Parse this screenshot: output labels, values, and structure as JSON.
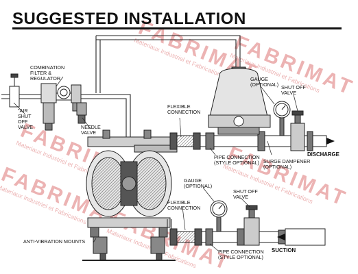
{
  "title": "SUGGESTED INSTALLATION",
  "labels": {
    "combination_filter_regulator": "COMBINATION\nFILTER &\nREGULATOR",
    "air_shut_off_valve": "\"AIR\nSHUT\nOFF\nVALVE",
    "needle_valve": "NEEDLE\nVALVE",
    "flexible_connection_top": "FLEXIBLE\nCONNECTION",
    "gauge_optional_top": "GAUGE\n(OPTIONAL)",
    "shut_off_valve_top": "SHUT OFF\nVALVE",
    "pipe_connection_top": "PIPE CONNECTION\n(STYLE OPTIONAL)",
    "surge_dampener": "SURGE DAMPENER\n(OPTIONAL)",
    "discharge": "DISCHARGE",
    "gauge_optional_bottom": "GAUGE\n(OPTIONAL)",
    "shut_off_valve_bottom": "SHUT OFF\nVALVE",
    "flexible_connection_bottom": "FLEXIBLE\nCONNECTION",
    "anti_vibration_mounts": "ANTI-VIBRATION MOUNTS",
    "pipe_connection_bottom": "PIPE CONNECTION\n(STYLE OPTIONAL)",
    "suction": "SUCTION"
  },
  "watermark": {
    "brand": "FABRIMAT",
    "tagline": "Materiaux Industriel et Fabrications",
    "color": "#e8a0a0"
  }
}
